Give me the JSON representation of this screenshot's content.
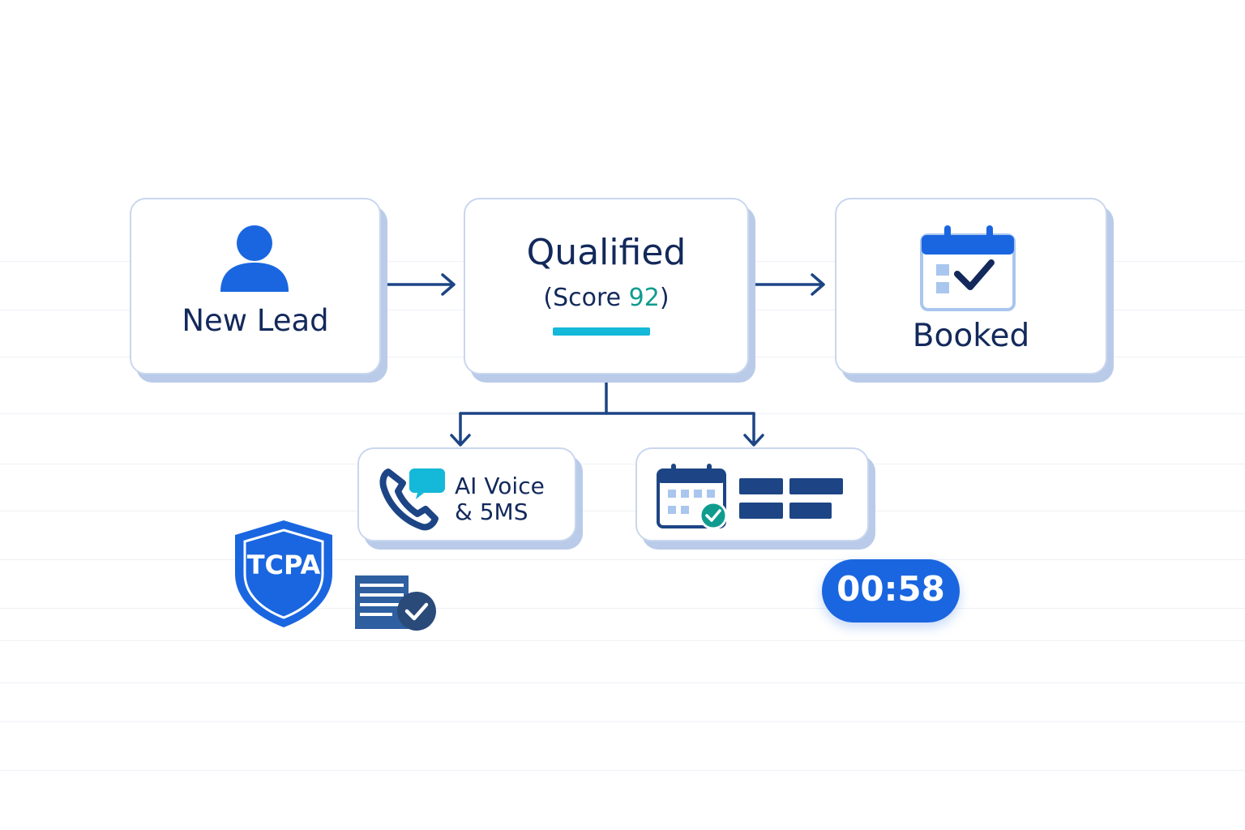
{
  "colors": {
    "navy": "#13295b",
    "primary": "#1a66e0",
    "light_blue": "#a9c6ee",
    "teal": "#0f9c8e",
    "cyan": "#14b8d8",
    "shadow": "#b9cbe9"
  },
  "new_lead": {
    "label": "New Lead",
    "icon": "person-icon"
  },
  "qualified": {
    "title": "Qualified",
    "score_open": "(Score ",
    "score_value": "92",
    "score_close": ")"
  },
  "booked": {
    "label": "Booked",
    "icon": "calendar-check-icon"
  },
  "ai_voice": {
    "line1": "AI Voice",
    "line2": "& 5MS",
    "icon": "phone-chat-icon"
  },
  "scheduling": {
    "icon": "calendar-check-icon"
  },
  "tcpa": {
    "label": "TCPA",
    "icon": "shield-icon"
  },
  "consent": {
    "icon": "document-check-icon"
  },
  "timer": {
    "value": "00:58"
  }
}
